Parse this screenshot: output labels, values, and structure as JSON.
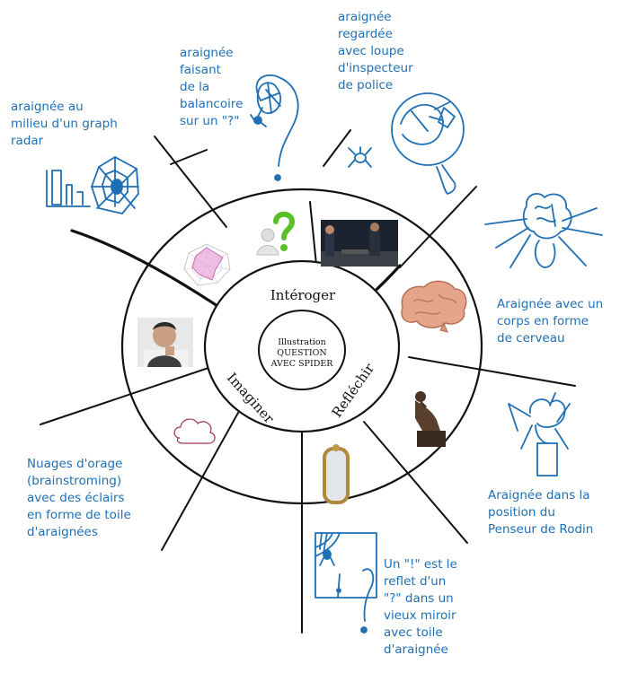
{
  "center": {
    "lines": [
      "Illustration",
      "QUESTION",
      "AVEC SPIDER"
    ]
  },
  "sectors": {
    "interroger": "Intéroger",
    "reflechir": "Refléchir",
    "imaginer": "Imaginer"
  },
  "notes": {
    "radar": [
      "araignée au",
      "milieu d'un graph",
      "radar"
    ],
    "balancoire": [
      "araignée",
      "faisant",
      "de la",
      "balancoire",
      "sur un \"?\""
    ],
    "loupe": [
      "araignée",
      "regardée",
      "avec loupe",
      "d'inspecteur",
      "de police"
    ],
    "cerveau": [
      "Araignée avec un",
      "corps en forme",
      "de cerveau"
    ],
    "rodin": [
      "Araignée dans la",
      "position du",
      "Penseur de Rodin"
    ],
    "miroir": [
      "Un \"!\" est le",
      "reflet d'un",
      "\"?\" dans un",
      "vieux miroir",
      "avec toile",
      "d'araignée"
    ],
    "nuages": [
      "Nuages d'orage",
      "(brainstroming)",
      "avec des éclairs",
      "en forme de toile",
      "d'araignées"
    ]
  },
  "colors": {
    "ink": "#1f6fb5",
    "lines": "#111111",
    "question_mark": "#5bbf2a"
  }
}
